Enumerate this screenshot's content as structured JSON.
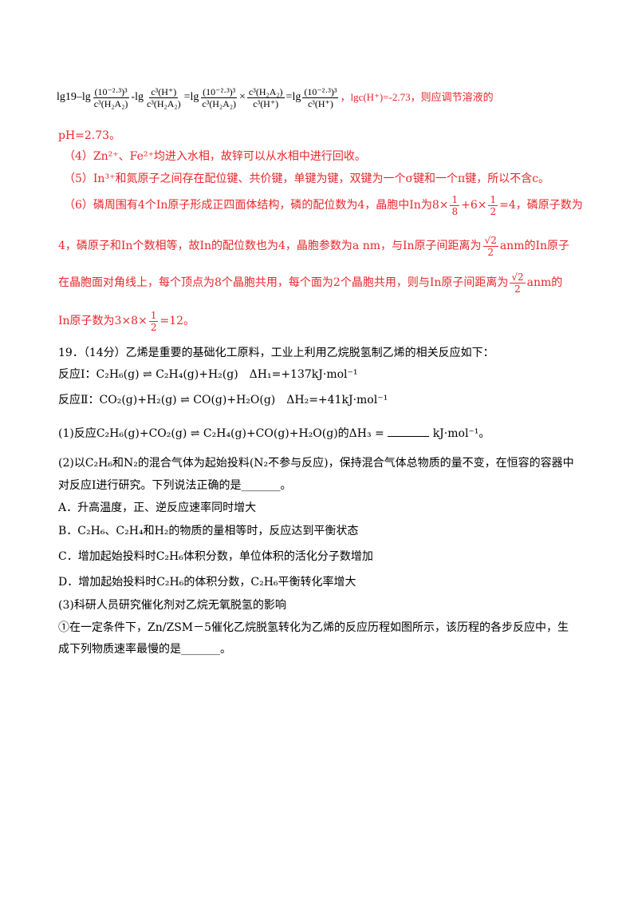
{
  "calc": {
    "prefix": "lg19–lg",
    "f1_num": "(10⁻²·³)³",
    "f1_den": "c³(H₂A₂)",
    "op1": "-lg",
    "f2_num": "c³(H⁺)",
    "f2_den": "c³(H₂A₂)",
    "eq1": "=lg",
    "f3_num": "(10⁻²·³)³",
    "f3_den": "c³(H₂A₂)",
    "times": "×",
    "f4_num": "c³(H₂A₂)",
    "f4_den": "c³(H⁺)",
    "eq2": "=lg",
    "f5_num": "(10⁻²·³)³",
    "f5_den": "c³(H⁺)",
    "tail": "，lgc(H⁺)=-2.73，则应调节溶液的",
    "end": "pH=2.73。"
  },
  "a4": "（4）Zn²⁺、Fe²⁺均进入水相，故锌可以从水相中进行回收。",
  "a5": "（5）In³⁺和氮原子之间存在配位键、共价键，单键为键，双键为一个σ键和一个π键，所以不含c。",
  "a6": {
    "l1a": "（6）磷周围有4个In原子形成正四面体结构，磷的配位数为4，晶胞中In为",
    "l1_8": "8×",
    "l1_plus": "+6×",
    "l1_eq": "=4",
    "l1b": "，磷原子数为",
    "one": "1",
    "eight": "8",
    "two": "2",
    "l2a": "4，磷原子和In个数相等，故In的配位数也为4，晶胞参数为a nm，与In原子间距离为",
    "sqrt2": "√2",
    "l2b": "anm的In原子",
    "l3a": "在晶胞面对角线上，每个顶点为8个晶胞共用，每个面为2个晶胞共用，则与In原子间距离为",
    "l3b": "anm的",
    "l4a": "In原子数为",
    "l4m": "3×8×",
    "l4e": "=12",
    "l4b": "。"
  },
  "q19": {
    "title": "19．（14分）乙烯是重要的基础化工原料，工业上利用乙烷脱氢制乙烯的相关反应如下：",
    "r1": "反应Ⅰ：C₂H₆(g) ⇌ C₂H₄(g)+H₂(g)　ΔH₁=+137kJ·mol⁻¹",
    "r2": "反应Ⅱ：CO₂(g)+H₂(g) ⇌ CO(g)+H₂O(g)　ΔH₂=+41kJ·mol⁻¹",
    "p1a": "(1)反应C₂H₆(g)+CO₂(g) ⇌ C₂H₄(g)+CO(g)+H₂O(g)的ΔH₃ =",
    "p1b": "kJ·mol⁻¹。",
    "p2a": "(2)以C₂H₆和N₂的混合气体为起始投料(N₂不参与反应)，保持混合气体总物质的量不变，在恒容的容器中",
    "p2b": "对反应Ⅰ进行研究。下列说法正确的是_______。",
    "optA": "A．升高温度，正、逆反应速率同时增大",
    "optB": "B．C₂H₆、C₂H₄和H₂的物质的量相等时，反应达到平衡状态",
    "optC": "C．增加起始投料时C₂H₆体积分数，单位体积的活化分子数增加",
    "optD": "D．增加起始投料时C₂H₆的体积分数，C₂H₆平衡转化率增大",
    "p3": "(3)科研人员研究催化剂对乙烷无氧脱氢的影响",
    "p3i_a": "①在一定条件下，Zn/ZSM－5催化乙烷脱氢转化为乙烯的反应历程如图所示，该历程的各步反应中，生",
    "p3i_b": "成下列物质速率最慢的是_______。"
  }
}
